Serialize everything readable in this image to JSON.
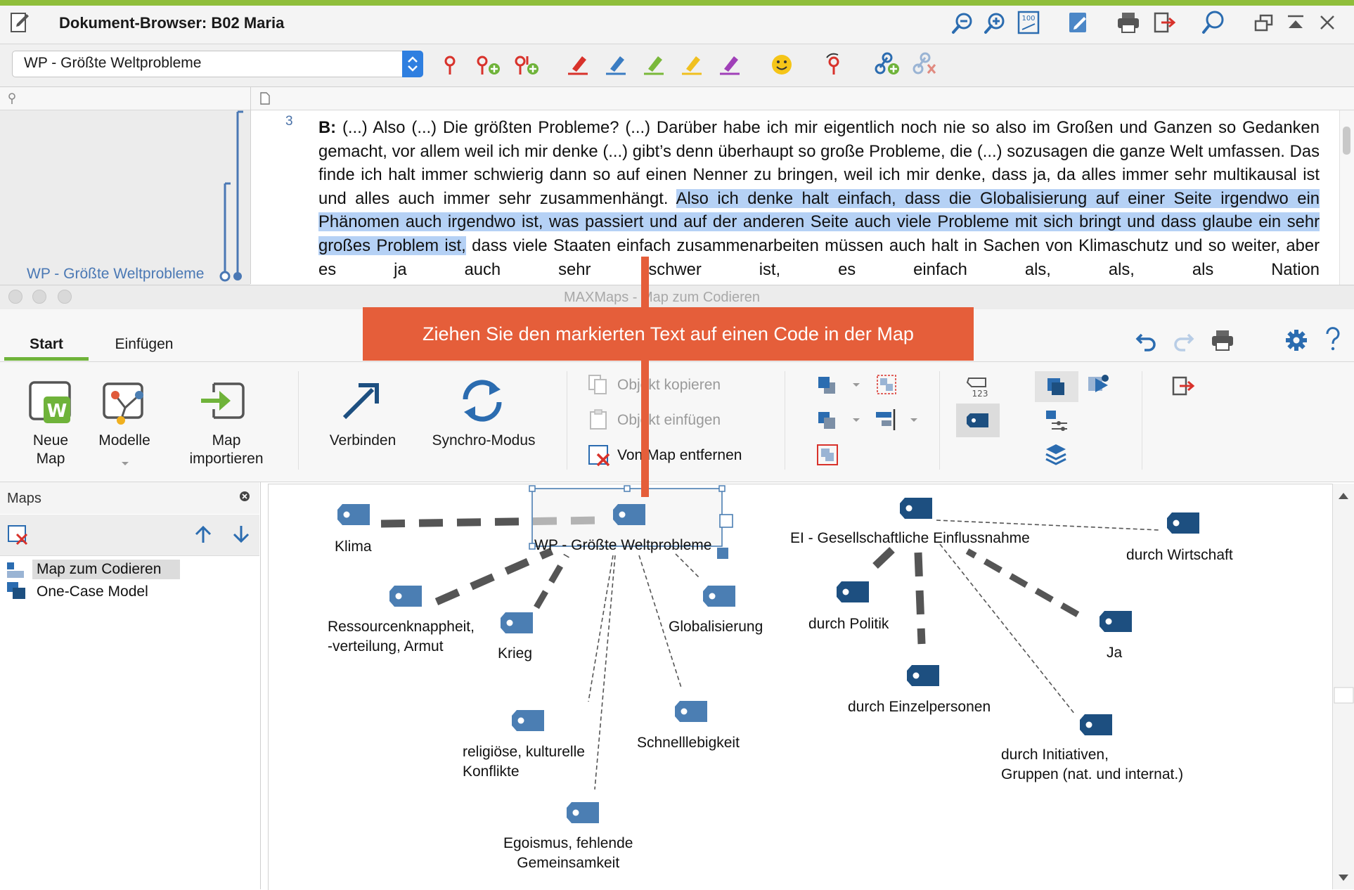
{
  "document_browser": {
    "title": "Dokument-Browser: B02 Maria",
    "selected_code": "WP - Größte Weltprobleme",
    "paragraph_number": "3",
    "coded_segment_label": "WP - Größte Weltprobleme",
    "text": {
      "speaker": "B:",
      "before_highlight": " (...) Also (...) Die größten Probleme? (...) Darüber habe ich mir eigentlich noch nie so also im Großen und Ganzen so Gedanken gemacht, vor allem weil ich mir denke (...) gibt’s denn überhaupt so große Probleme, die (...) sozusagen die ganze Welt umfassen. Das finde ich halt immer schwierig dann so auf einen Nenner zu bringen, weil ich mir denke, dass ja, da alles immer sehr multikausal ist und alles auch immer sehr zusammenhängt. ",
      "highlight": "Also ich denke halt einfach, dass die Globalisierung auf einer Seite irgendwo ein Phänomen auch irgendwo ist, was passiert und auf der anderen Seite auch viele Probleme mit sich bringt und dass glaube ein sehr großes Problem ist,",
      "after_highlight": " dass viele Staaten einfach zusammenarbeiten müssen auch halt in Sachen von Klimaschutz und so weiter, aber es ja auch sehr schwer ist, es einfach als, als, als Nation"
    }
  },
  "maxmaps": {
    "window_title": "MAXMaps - Map zum Codieren",
    "tabs": [
      {
        "label": "Start",
        "active": true
      },
      {
        "label": "Einfügen",
        "active": false
      }
    ],
    "tooltip": "Ziehen Sie den markierten Text auf einen Code in der Map",
    "ribbon": {
      "neue_map": "Neue\nMap",
      "modelle": "Modelle",
      "map_importieren": "Map\nimportieren",
      "verbinden": "Verbinden",
      "synchro_modus": "Synchro-Modus",
      "objekt_kopieren": "Objekt kopieren",
      "objekt_einfuegen": "Objekt einfügen",
      "von_map_entfernen": "Von Map entfernen"
    },
    "maps_panel": {
      "header": "Maps",
      "items": [
        {
          "label": "Map zum Codieren",
          "selected": true
        },
        {
          "label": "One-Case Model",
          "selected": false
        }
      ]
    },
    "map_nodes": {
      "klima": "Klima",
      "wp": "WP - Größte Weltprobleme",
      "ressourcen": "Ressourcenknappheit,\n-verteilung, Armut",
      "krieg": "Krieg",
      "globalisierung": "Globalisierung",
      "religioese": "religiöse, kulturelle\nKonflikte",
      "schnelllebigkeit": "Schnelllebigkeit",
      "egoismus": "Egoismus, fehlende\nGemeinsamkeit",
      "ei": "EI - Gesellschaftliche Einflussnahme",
      "wirtschaft": "durch Wirtschaft",
      "politik": "durch Politik",
      "einzelpersonen": "durch Einzelpersonen",
      "ja": "Ja",
      "initiativen": "durch Initiativen,\nGruppen (nat. und internat.)"
    }
  },
  "colors": {
    "accent_green": "#8fbe3b",
    "highlight": "#b5d1f5",
    "tooltip_orange": "#e55e3a",
    "code_tag_blue": "#4b7eb3",
    "code_tag_dark": "#1d4f80"
  }
}
